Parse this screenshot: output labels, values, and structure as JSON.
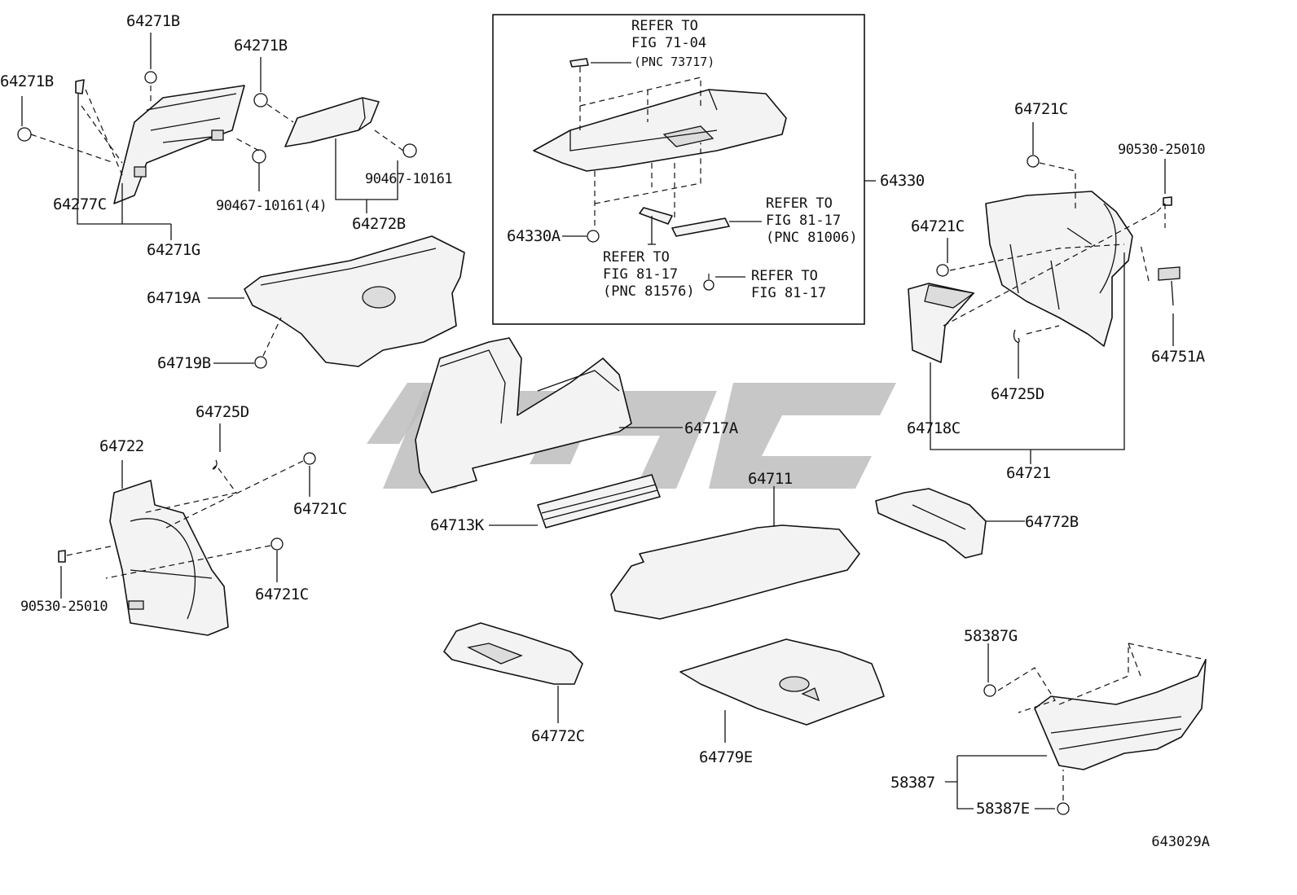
{
  "labels": {
    "l_64271B_a": "64271B",
    "l_64271B_b": "64271B",
    "l_64271B_c": "64271B",
    "l_64277C": "64277C",
    "l_90467_10161_4": "90467-10161(4)",
    "l_90467_10161": "90467-10161",
    "l_64272B": "64272B",
    "l_64271G": "64271G",
    "l_64719A": "64719A",
    "l_64719B": "64719B",
    "l_64330": "64330",
    "l_64330A": "64330A",
    "l_64721C_a": "64721C",
    "l_64721C_b": "64721C",
    "l_90530_25010_a": "90530-25010",
    "l_64751A": "64751A",
    "l_64725D_a": "64725D",
    "l_64718C": "64718C",
    "l_64721": "64721",
    "l_64725D_b": "64725D",
    "l_64722": "64722",
    "l_64721C_c": "64721C",
    "l_64721C_d": "64721C",
    "l_90530_25010_b": "90530-25010",
    "l_64717A": "64717A",
    "l_64713K": "64713K",
    "l_64711": "64711",
    "l_64772B": "64772B",
    "l_64772C": "64772C",
    "l_64779E": "64779E",
    "l_58387G": "58387G",
    "l_58387": "58387",
    "l_58387E": "58387E"
  },
  "notes": {
    "refer_71_04": "REFER TO\nFIG 71-04",
    "pnc_73717": "(PNC 73717)",
    "refer_81_17_a": "REFER TO\nFIG 81-17\n(PNC 81006)",
    "refer_81_17_b": "REFER TO\nFIG 81-17\n(PNC 81576)",
    "refer_81_17_c": "REFER TO\nFIG 81-17"
  },
  "figure_ref": "643029A"
}
